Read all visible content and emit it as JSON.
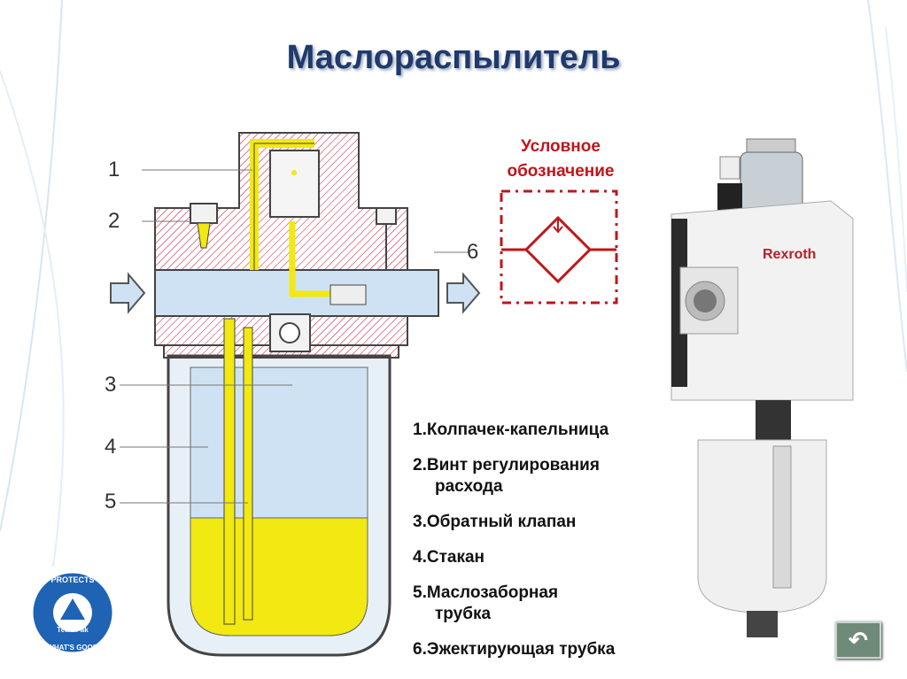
{
  "slide": {
    "title": "Маслораспылитель",
    "legend_title_line1": "Условное",
    "legend_title_line2": "обозначение",
    "brand_label": "Rexroth",
    "callouts": [
      "1",
      "2",
      "3",
      "4",
      "5",
      "6"
    ],
    "parts": [
      {
        "line1": "1.Колпачек-капельница",
        "line2": ""
      },
      {
        "line1": "2.Винт регулирования",
        "line2": "расхода"
      },
      {
        "line1": "3.Обратный клапан",
        "line2": ""
      },
      {
        "line1": "4.Стакан",
        "line2": ""
      },
      {
        "line1": "5.Маслозаборная",
        "line2": "трубка"
      },
      {
        "line1": "6.Эжектирующая трубка",
        "line2": ""
      }
    ],
    "logo": {
      "top": "PROTECTS",
      "middle": "Tetra Pak",
      "bottom": "WHAT'S GOOD"
    },
    "back_button_icon": "u-turn-icon"
  },
  "colors": {
    "title": "#1f3a6b",
    "legend": "#c0161b",
    "oil": "#f2e812",
    "glass": "#cfe2f3",
    "hatch": "#c8102e"
  }
}
